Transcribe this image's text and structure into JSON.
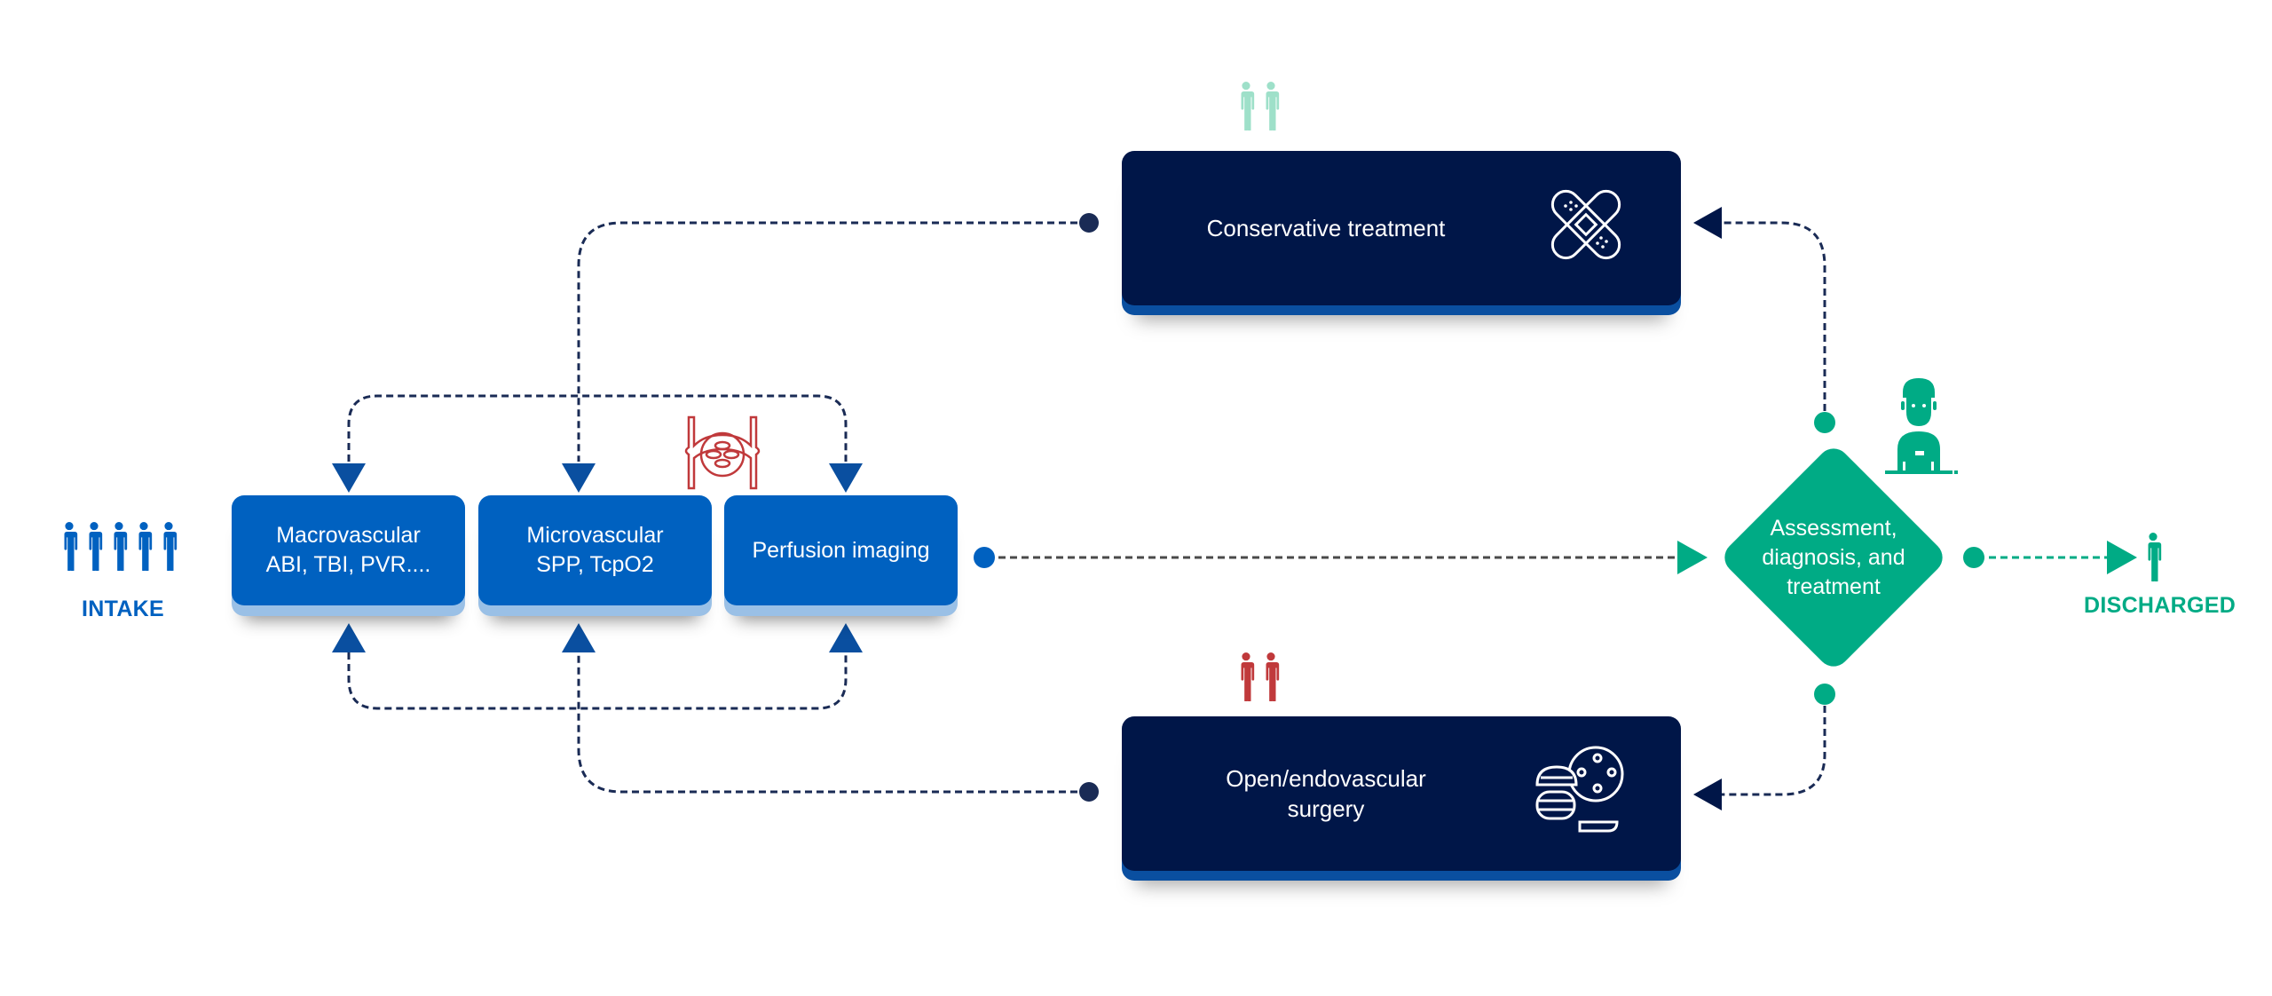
{
  "intake": {
    "label": "INTAKE",
    "people_count": 5,
    "color": "#0061c0"
  },
  "tests": [
    {
      "line1": "Macrovascular",
      "line2": "ABI, TBI, PVR...."
    },
    {
      "line1": "Microvascular",
      "line2": "SPP, TcpO2"
    },
    {
      "line1": "Perfusion imaging",
      "line2": ""
    }
  ],
  "conservative": {
    "label": "Conservative treatment",
    "people_count": 2,
    "people_color": "#9ee0c9",
    "icon": "bandage-icon"
  },
  "surgery": {
    "line1": "Open/endovascular",
    "line2": "surgery",
    "people_count": 2,
    "people_color": "#c0393b",
    "icon": "surgical-tools-icon"
  },
  "assessment": {
    "line1": "Assessment,",
    "line2": "diagnosis, and",
    "line3": "treatment",
    "icon": "doctor-icon"
  },
  "discharged": {
    "label": "DISCHARGED",
    "people_count": 1,
    "color": "#00ab85"
  },
  "colors": {
    "test_blue": "#0061c0",
    "dark_navy": "#001648",
    "green": "#00ab85",
    "light_green": "#9ee0c9",
    "red": "#c0393b",
    "arrow_blue": "#0a4fa0",
    "line_navy": "#1a2b55"
  }
}
